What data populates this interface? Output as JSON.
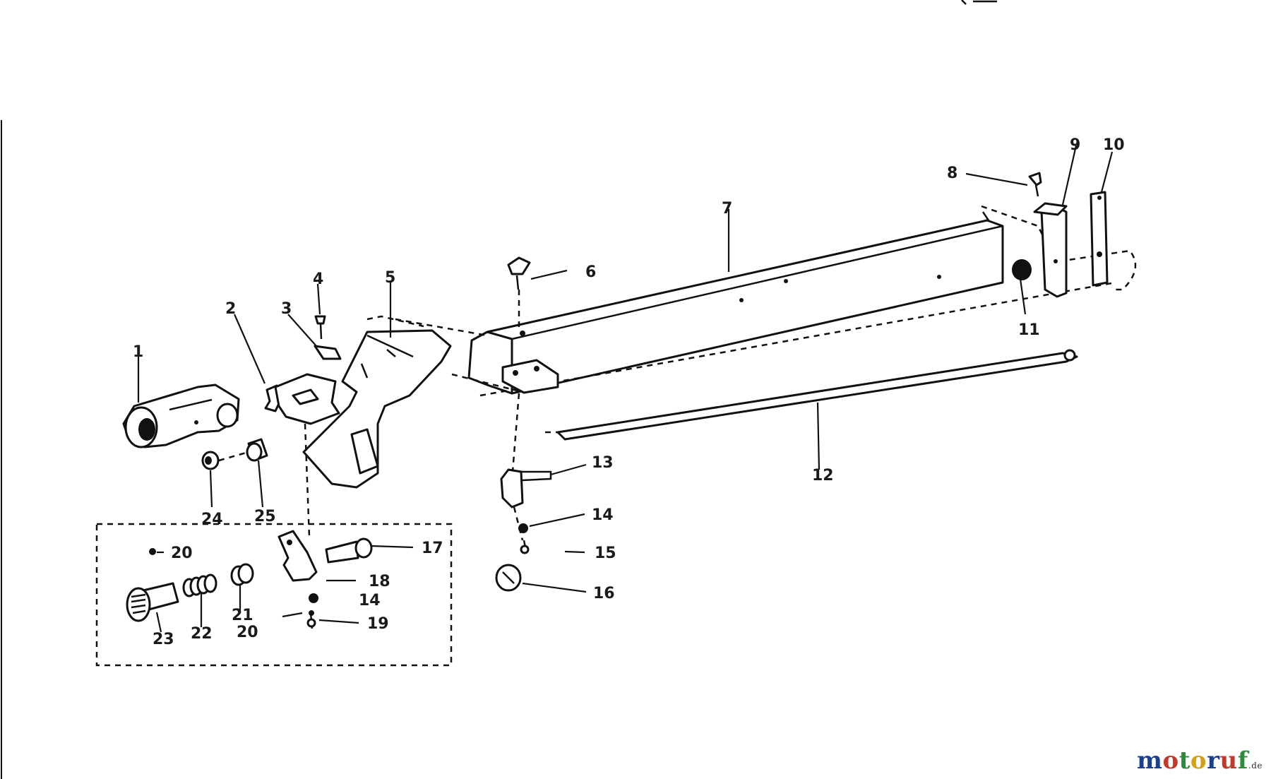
{
  "diagram": {
    "labels": {
      "p1": "1",
      "p2": "2",
      "p3": "3",
      "p4": "4",
      "p5": "5",
      "p6": "6",
      "p7": "7",
      "p8": "8",
      "p9": "9",
      "p10": "10",
      "p11": "11",
      "p12": "12",
      "p13": "13",
      "p14a": "14",
      "p14b": "14",
      "p15": "15",
      "p16": "16",
      "p17": "17",
      "p18": "18",
      "p19": "19",
      "p20a": "20",
      "p20b": "20",
      "p21": "21",
      "p22": "22",
      "p23": "23",
      "p24": "24",
      "p25": "25"
    }
  },
  "watermark": {
    "letters": [
      "m",
      "o",
      "t",
      "o",
      "r",
      "u",
      "f"
    ],
    "colors": [
      "#1a3f8f",
      "#c0392b",
      "#2e8b3d",
      "#d4a017",
      "#1a3f8f",
      "#c0392b",
      "#2e8b3d"
    ],
    "suffix": ".de"
  }
}
